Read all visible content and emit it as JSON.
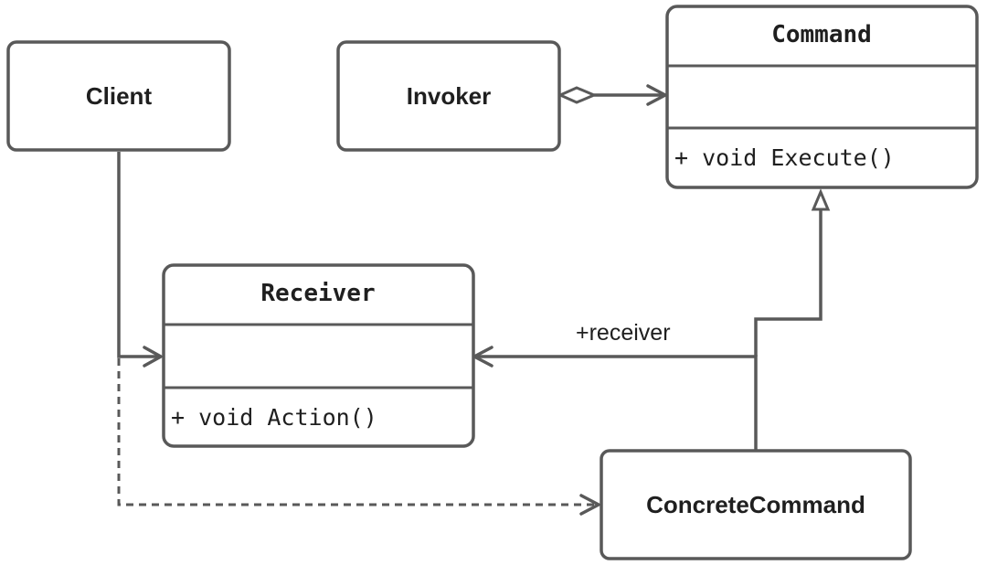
{
  "classes": {
    "client": {
      "name": "Client"
    },
    "invoker": {
      "name": "Invoker"
    },
    "command": {
      "name": "Command",
      "method": "+ void Execute()"
    },
    "receiver": {
      "name": "Receiver",
      "method": "+ void Action()"
    },
    "concrete_command": {
      "name": "ConcreteCommand"
    }
  },
  "edges": {
    "receiver_association": {
      "label": "+receiver"
    }
  },
  "colors": {
    "stroke": "#595959",
    "text": "#1f1f1f",
    "background": "#ffffff"
  }
}
